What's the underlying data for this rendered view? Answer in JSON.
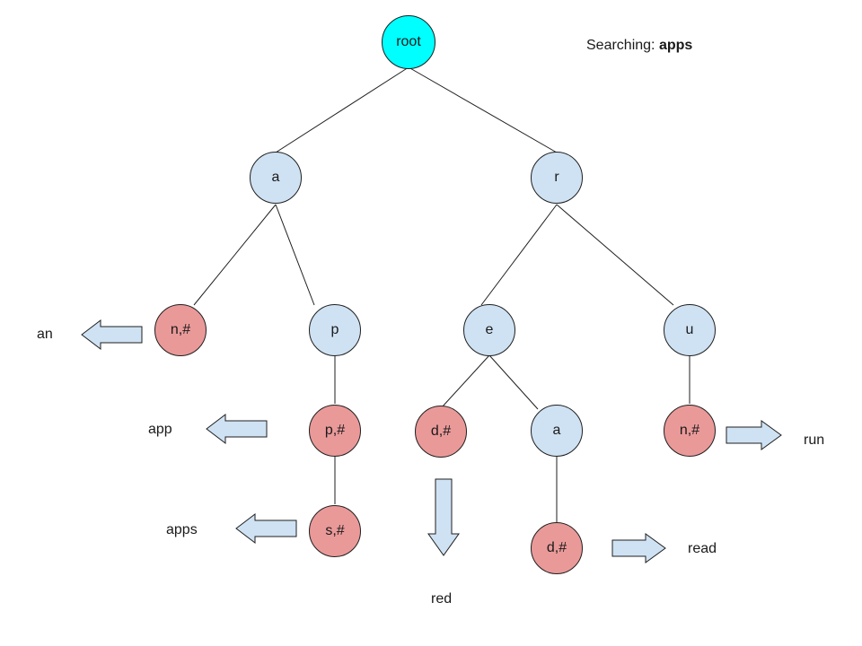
{
  "caption": {
    "label": "Searching:",
    "word": "apps"
  },
  "colors": {
    "root": "#00ffff",
    "internal": "#cfe2f3",
    "terminal": "#ea9999",
    "arrow_fill": "#cfe2f3",
    "stroke": "#1f1f1f"
  },
  "nodes": {
    "root": "root",
    "a": "a",
    "r": "r",
    "an": "n,#",
    "ap": "p",
    "re": "e",
    "ru": "u",
    "app": "p,#",
    "red": "d,#",
    "rea": "a",
    "run": "n,#",
    "apps": "s,#",
    "read": "d,#"
  },
  "words": {
    "an": "an",
    "app": "app",
    "apps": "apps",
    "red": "red",
    "read": "read",
    "run": "run"
  }
}
